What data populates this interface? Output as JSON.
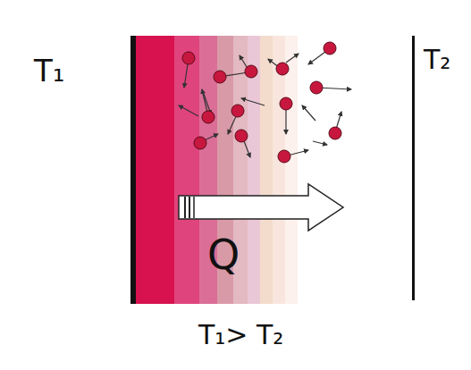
{
  "diagram": {
    "labels": [
      "T₁",
      "T₂",
      "Q",
      "T₁> T₂"
    ]
  }
}
